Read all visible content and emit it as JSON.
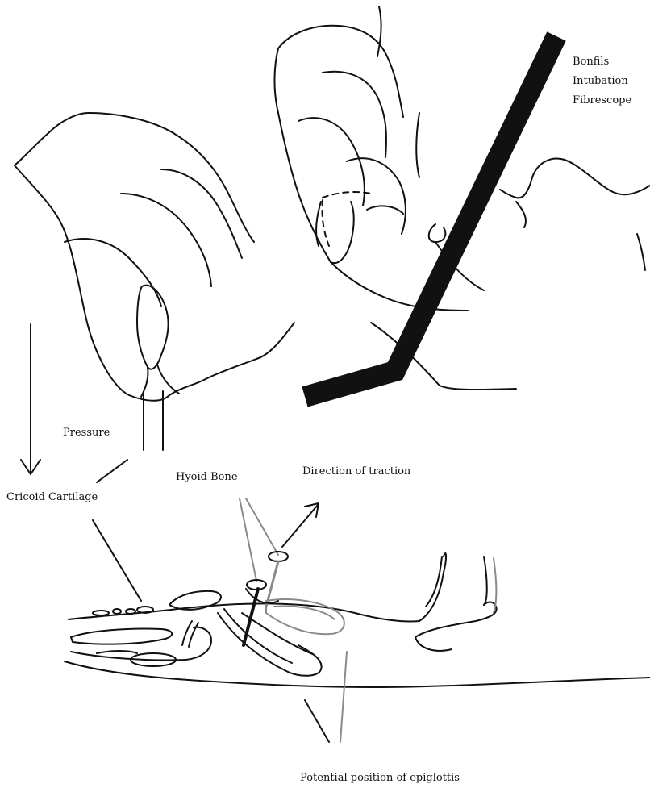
{
  "labels": {
    "scope_line1": "Bonfils",
    "scope_line2": "Intubation",
    "scope_line3": "Fibrescope",
    "pressure": "Pressure",
    "cricoid": "Cricoid Cartilage",
    "hyoid": "Hyoid Bone",
    "traction": "Direction of traction",
    "epiglottis": "Potential position of epiglottis"
  },
  "colors": {
    "ink": "#111111",
    "grey_line": "#8a8a8a"
  }
}
